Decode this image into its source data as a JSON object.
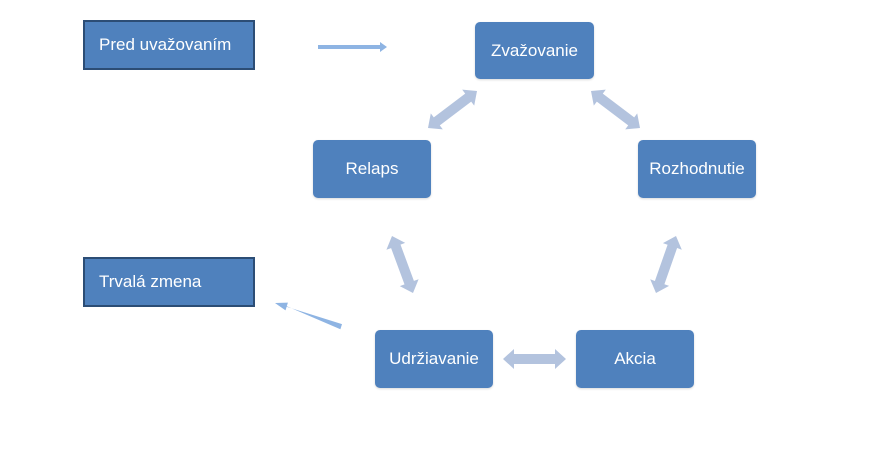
{
  "diagram": {
    "nodes": {
      "pred_uvazovanim": "Pred uvažovaním",
      "zvazovanie": "Zvažovanie",
      "relaps": "Relaps",
      "rozhodnutie": "Rozhodnutie",
      "trvala_zmena": "Trvalá zmena",
      "udrziavanie": "Udržiavanie",
      "akcia": "Akcia"
    },
    "edges": [
      {
        "from": "pred_uvazovanim",
        "to": "zvazovanie",
        "direction": "one-way"
      },
      {
        "from": "zvazovanie",
        "to": "rozhodnutie",
        "direction": "both"
      },
      {
        "from": "rozhodnutie",
        "to": "akcia",
        "direction": "both"
      },
      {
        "from": "akcia",
        "to": "udrziavanie",
        "direction": "both"
      },
      {
        "from": "udrziavanie",
        "to": "relaps",
        "direction": "both"
      },
      {
        "from": "relaps",
        "to": "zvazovanie",
        "direction": "both"
      },
      {
        "from": "udrziavanie",
        "to": "trvala_zmena",
        "direction": "one-way"
      }
    ],
    "colors": {
      "box_fill": "#4f81bd",
      "box_border": "#2c4d75",
      "thin_arrow": "#8eb4e3",
      "double_arrow": "#b3c3de",
      "text": "#ffffff"
    }
  }
}
